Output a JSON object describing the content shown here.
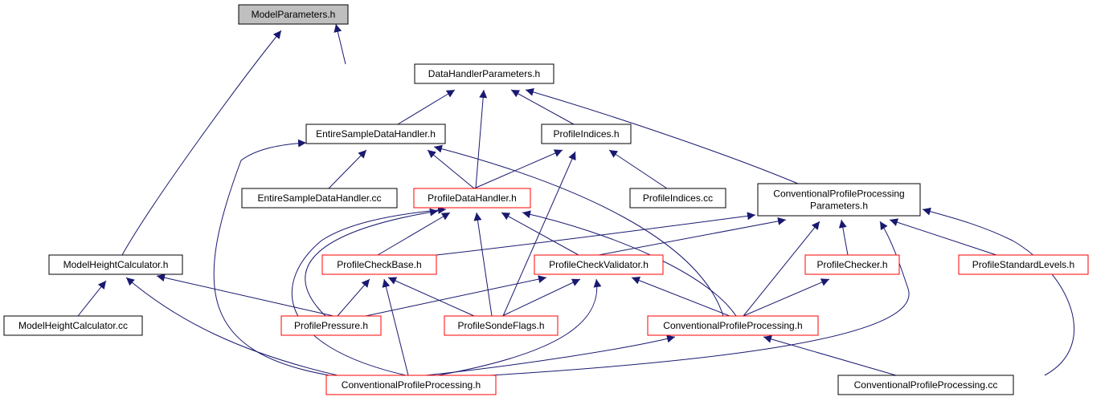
{
  "colors": {
    "edge": "#191970",
    "border_plain": "#000000",
    "border_documented": "#ff0000",
    "focus_fill": "#bfbfbf",
    "fill": "#ffffff"
  },
  "nodes": [
    {
      "id": "model_parameters_h",
      "lines": [
        "ModelParameters.h"
      ],
      "style": "focus"
    },
    {
      "id": "data_handler_parameters_h",
      "lines": [
        "DataHandlerParameters.h"
      ],
      "style": "plain"
    },
    {
      "id": "entire_sample_data_handler_h",
      "lines": [
        "EntireSampleDataHandler.h"
      ],
      "style": "plain"
    },
    {
      "id": "profile_indices_h",
      "lines": [
        "ProfileIndices.h"
      ],
      "style": "plain"
    },
    {
      "id": "entire_sample_data_handler_cc",
      "lines": [
        "EntireSampleDataHandler.cc"
      ],
      "style": "plain"
    },
    {
      "id": "profile_data_handler_h",
      "lines": [
        "ProfileDataHandler.h"
      ],
      "style": "red"
    },
    {
      "id": "profile_indices_cc",
      "lines": [
        "ProfileIndices.cc"
      ],
      "style": "plain"
    },
    {
      "id": "conventional_profile_processing_parameters_h",
      "lines": [
        "ConventionalProfileProcessing",
        "Parameters.h"
      ],
      "style": "plain"
    },
    {
      "id": "model_height_calculator_h",
      "lines": [
        "ModelHeightCalculator.h"
      ],
      "style": "plain"
    },
    {
      "id": "profile_check_base_h",
      "lines": [
        "ProfileCheckBase.h"
      ],
      "style": "red"
    },
    {
      "id": "profile_check_validator_h",
      "lines": [
        "ProfileCheckValidator.h"
      ],
      "style": "red"
    },
    {
      "id": "profile_checker_h",
      "lines": [
        "ProfileChecker.h"
      ],
      "style": "red"
    },
    {
      "id": "profile_standard_levels_h",
      "lines": [
        "ProfileStandardLevels.h"
      ],
      "style": "red"
    },
    {
      "id": "model_height_calculator_cc",
      "lines": [
        "ModelHeightCalculator.cc"
      ],
      "style": "plain"
    },
    {
      "id": "profile_pressure_h",
      "lines": [
        "ProfilePressure.h"
      ],
      "style": "red"
    },
    {
      "id": "profile_sonde_flags_h",
      "lines": [
        "ProfileSondeFlags.h"
      ],
      "style": "red"
    },
    {
      "id": "conventional_profile_processing_h_mid",
      "lines": [
        "ConventionalProfileProcessing.h"
      ],
      "style": "red"
    },
    {
      "id": "conventional_profile_processing_h_bottom",
      "lines": [
        "ConventionalProfileProcessing.h"
      ],
      "style": "red"
    },
    {
      "id": "conventional_profile_processing_cc",
      "lines": [
        "ConventionalProfileProcessing.cc"
      ],
      "style": "plain"
    }
  ]
}
